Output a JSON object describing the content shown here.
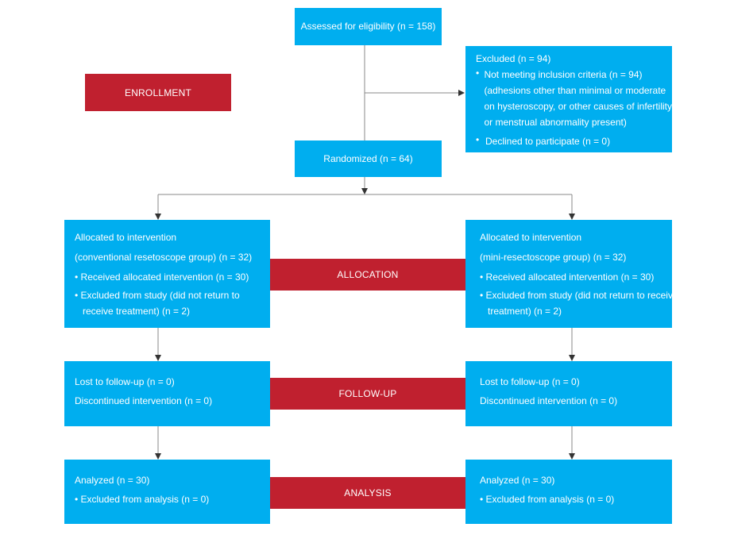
{
  "assessed": "Assessed for eligibility (n = 158)",
  "excluded": {
    "title": "Excluded (n = 94)",
    "bullet1": [
      "Not meeting inclusion criteria (n = 94)",
      "(adhesions other than minimal or moderate",
      "on hysteroscopy, or other causes of infertility",
      "or menstrual abnormality present)"
    ],
    "bullet2": "Declined to participate (n = 0)"
  },
  "randomized": "Randomized (n = 64)",
  "phases": {
    "enrollment": "ENROLLMENT",
    "allocation": "ALLOCATION",
    "followup": "FOLLOW-UP",
    "analysis": "ANALYSIS"
  },
  "left": {
    "alloc": [
      "Allocated to intervention",
      "(conventional resetoscope group) (n = 32)",
      "• Received allocated intervention (n = 30)",
      "• Excluded from study (did not return to",
      "receive treatment) (n = 2)"
    ],
    "followup": [
      "Lost to follow-up (n = 0)",
      "Discontinued intervention (n = 0)"
    ],
    "analysis": [
      "Analyzed (n = 30)",
      "• Excluded from analysis (n = 0)"
    ]
  },
  "right": {
    "alloc": [
      "Allocated to intervention",
      "(mini-resectoscope group) (n = 32)",
      "• Received allocated intervention (n = 30)",
      "• Excluded from study (did not return to receive",
      "treatment) (n = 2)"
    ],
    "followup": [
      "Lost to follow-up (n = 0)",
      "Discontinued intervention (n = 0)"
    ],
    "analysis": [
      "Analyzed (n = 30)",
      "• Excluded from analysis  (n = 0)"
    ]
  },
  "colors": {
    "box": "#00aeef",
    "phase": "#c0202f",
    "line": "#888888"
  }
}
